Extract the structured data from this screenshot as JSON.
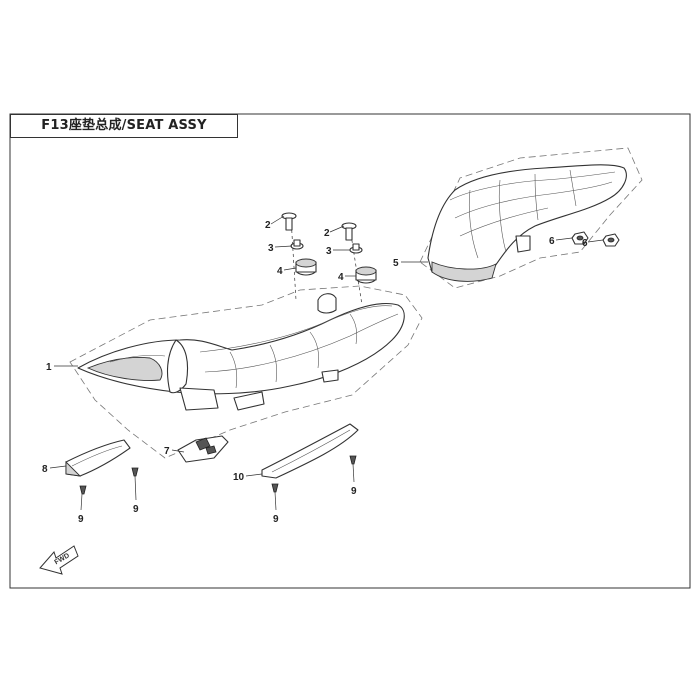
{
  "title": "F13座垫总成/SEAT ASSY",
  "fwd_label": "FWD",
  "callouts": {
    "c1": "1",
    "c2a": "2",
    "c2b": "2",
    "c3a": "3",
    "c3b": "3",
    "c4a": "4",
    "c4b": "4",
    "c5": "5",
    "c6a": "6",
    "c6b": "6",
    "c7": "7",
    "c8": "8",
    "c9a": "9",
    "c9b": "9",
    "c9c": "9",
    "c9d": "9",
    "c10": "10"
  }
}
